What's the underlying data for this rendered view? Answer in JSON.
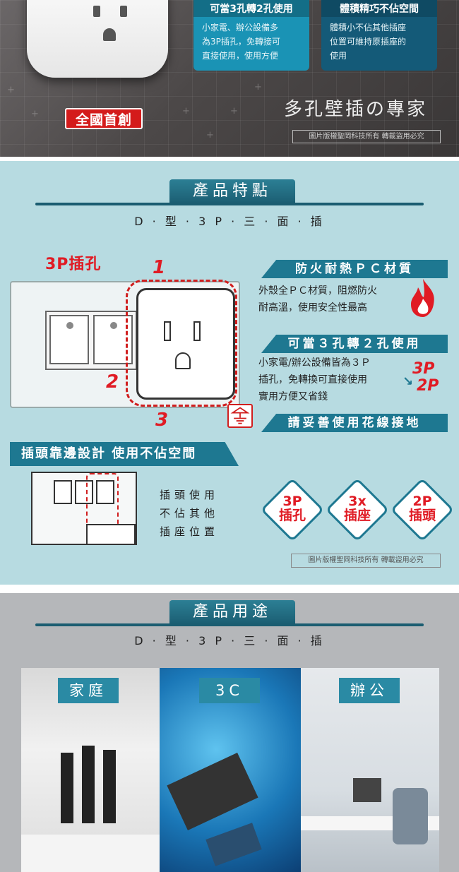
{
  "hero": {
    "badge": "全國首創",
    "slogan": "多孔壁插の專家",
    "copyright": "圖片版權聖岡科技所有  轉載盜用必究",
    "card1": {
      "title": "可當3孔轉2孔使用",
      "lines": [
        "小家電、辦公設備多",
        "為3P插孔，免轉接可",
        "直接使用，使用方便"
      ]
    },
    "card2": {
      "title": "體積精巧不佔空間",
      "lines": [
        "體積小不佔其他插座",
        "位置可維持原插座的",
        "使用"
      ]
    }
  },
  "features": {
    "title": "產品特點",
    "subtitle": "D · 型 · 3 P · 三 · 面 · 插",
    "label_3p": "3P插孔",
    "numbers": [
      "1",
      "2",
      "3"
    ],
    "items": [
      {
        "title": "防火耐熱ＰＣ材質",
        "lines": [
          "外殼全ＰＣ材質，阻燃防火",
          "耐高溫，使用安全性最高"
        ]
      },
      {
        "title": "可當３孔轉２孔使用",
        "lines": [
          "小家電/辦公設備皆為３Ｐ",
          "插孔，免轉換可直接使用",
          "實用方便又省錢"
        ]
      },
      {
        "title": "請妥善使用花線接地",
        "lines": []
      }
    ],
    "icon_3p": "3P",
    "icon_2p": "2P",
    "side_title": "插頭靠邊設計 使用不佔空間",
    "side_lines": [
      "插頭使用",
      "不佔其他",
      "插座位置"
    ],
    "diamonds": [
      {
        "top": "3P",
        "bottom": "插孔"
      },
      {
        "top": "3x",
        "bottom": "插座"
      },
      {
        "top": "2P",
        "bottom": "插頭"
      }
    ],
    "copyright": "圖片版權聖岡科技所有  轉載盜用必究"
  },
  "uses": {
    "title": "產品用途",
    "subtitle": "D · 型 · 3 P · 三 · 面 · 插",
    "panels": [
      "家庭",
      "3C",
      "辦公"
    ]
  },
  "colors": {
    "teal": "#1e7891",
    "red": "#e01b24",
    "section_bg": "#b7dbe1"
  }
}
